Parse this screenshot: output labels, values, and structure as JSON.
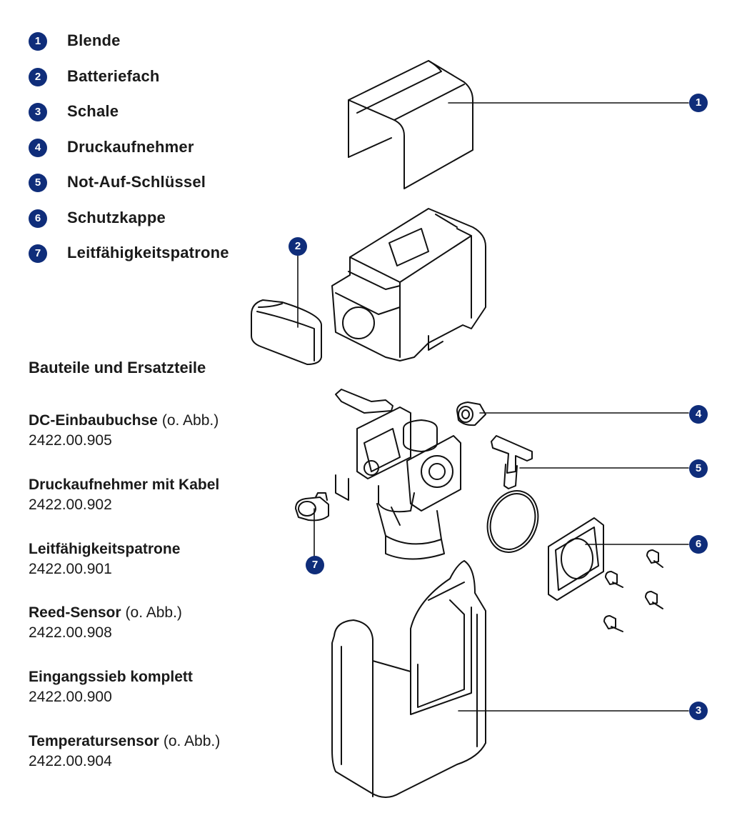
{
  "legend": [
    {
      "number": "1",
      "label": "Blende"
    },
    {
      "number": "2",
      "label": "Batteriefach"
    },
    {
      "number": "3",
      "label": "Schale"
    },
    {
      "number": "4",
      "label": "Druckaufnehmer"
    },
    {
      "number": "5",
      "label": "Not-Auf-Schlüssel"
    },
    {
      "number": "6",
      "label": "Schutzkappe"
    },
    {
      "number": "7",
      "label": "Leitfähigkeitspatrone"
    }
  ],
  "parts_heading": "Bauteile und Ersatzteile",
  "parts": [
    {
      "name": "DC-Einbaubuchse",
      "note": "(o. Abb.)",
      "number": "2422.00.905"
    },
    {
      "name": "Druckaufnehmer mit Kabel",
      "note": "",
      "number": "2422.00.902"
    },
    {
      "name": "Leitfähigkeitspatrone",
      "note": "",
      "number": "2422.00.901"
    },
    {
      "name": "Reed-Sensor",
      "note": "(o. Abb.)",
      "number": "2422.00.908"
    },
    {
      "name": "Eingangssieb komplett",
      "note": "",
      "number": "2422.00.900"
    },
    {
      "name": "Temperatursensor",
      "note": "(o. Abb.)",
      "number": "2422.00.904"
    }
  ],
  "callouts": [
    "1",
    "2",
    "4",
    "5",
    "6",
    "7",
    "3"
  ],
  "colors": {
    "badge": "#0f2d7a",
    "line": "#111111"
  }
}
